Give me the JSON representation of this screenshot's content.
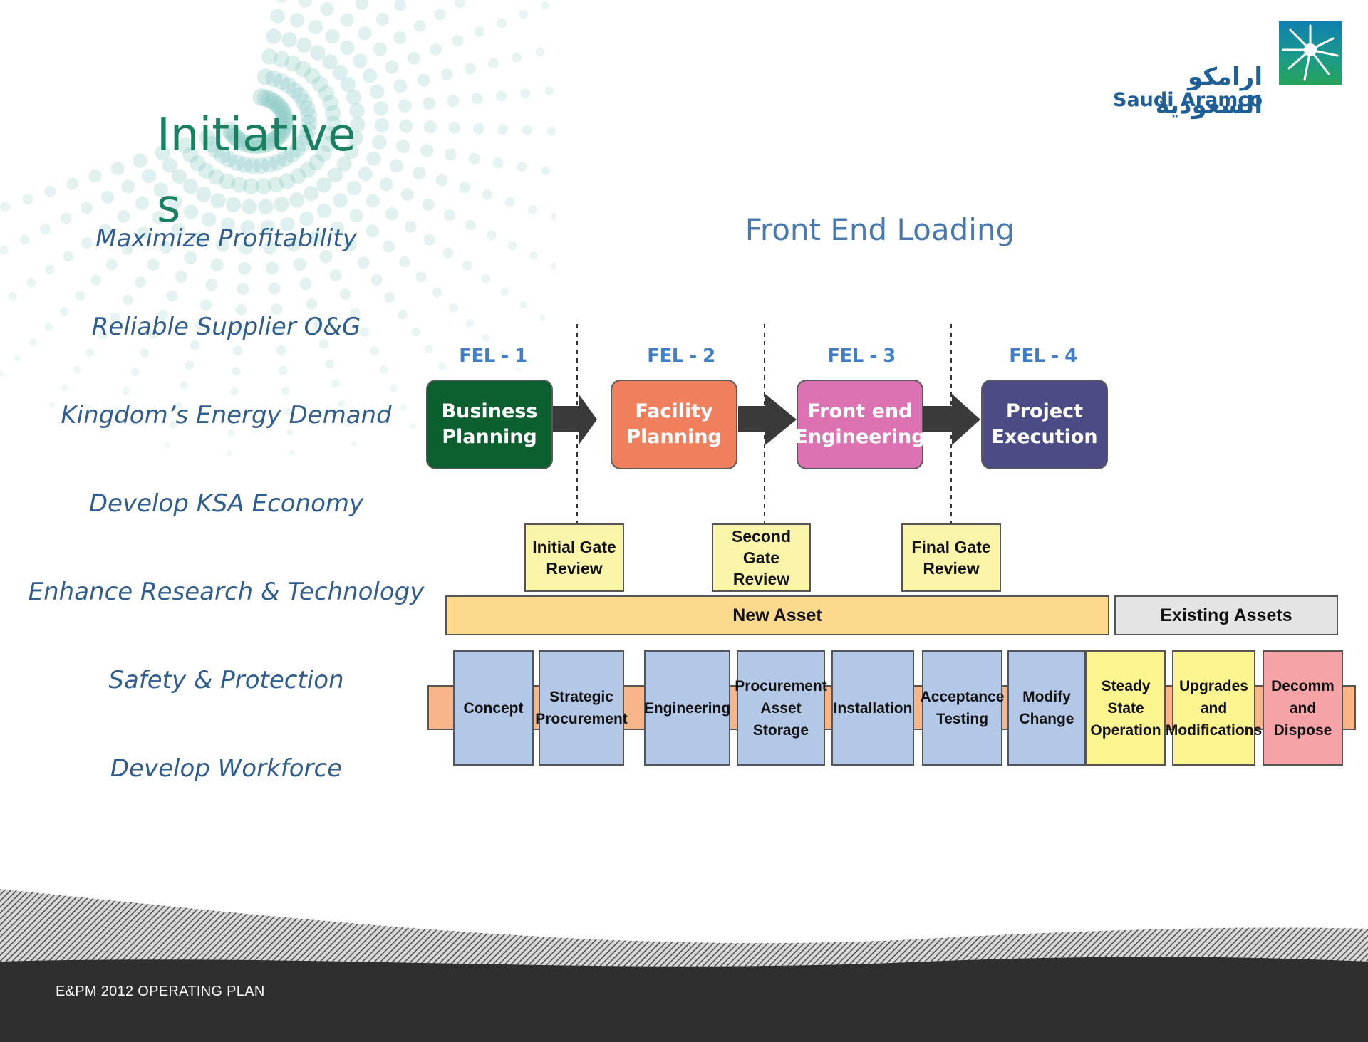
{
  "slide_title": "Initiatives",
  "logo": {
    "arabic": "ارامكو السعودية",
    "english": "Saudi Aramco"
  },
  "initiatives": [
    "Maximize Profitability",
    "Reliable Supplier O&G",
    "Kingdom’s Energy Demand",
    "Develop KSA Economy",
    "Enhance Research & Technology",
    "Safety & Protection",
    "Develop Workforce"
  ],
  "diagram": {
    "title": "Front End Loading",
    "phases": [
      {
        "fel": "FEL - 1",
        "label": "Business\nPlanning",
        "color": "#0c5f2e"
      },
      {
        "fel": "FEL - 2",
        "label": "Facility\nPlanning",
        "color": "#f07f5e"
      },
      {
        "fel": "FEL - 3",
        "label": "Front end\nEngineering",
        "color": "#dd72b3"
      },
      {
        "fel": "FEL - 4",
        "label": "Project\nExecution",
        "color": "#4b4c85"
      }
    ],
    "gates": [
      "Initial Gate\nReview",
      "Second Gate\nReview",
      "Final Gate\nReview"
    ],
    "asset_bars": [
      {
        "label": "New Asset",
        "color": "#fdd98d"
      },
      {
        "label": "Existing Assets",
        "color": "#e4e4e4"
      }
    ],
    "stages": [
      {
        "label": "Concept",
        "color": "#b3c8e6"
      },
      {
        "label": "Strategic\nProcurement",
        "color": "#b3c8e6"
      },
      {
        "label": "Engineering",
        "color": "#b3c8e6"
      },
      {
        "label": "Procurement\nAsset\nStorage",
        "color": "#b3c8e6"
      },
      {
        "label": "Installation",
        "color": "#b3c8e6"
      },
      {
        "label": "Acceptance\nTesting",
        "color": "#b3c8e6"
      },
      {
        "label": "Modify\nChange",
        "color": "#b3c8e6"
      },
      {
        "label": "Steady\nState\nOperation",
        "color": "#fbf48f"
      },
      {
        "label": "Upgrades\nand\nModifications",
        "color": "#fbf48f"
      },
      {
        "label": "Decomm\nand\nDispose",
        "color": "#f5a3a7"
      }
    ]
  },
  "footer": {
    "text": "E&PM 2012 OPERATING PLAN"
  }
}
